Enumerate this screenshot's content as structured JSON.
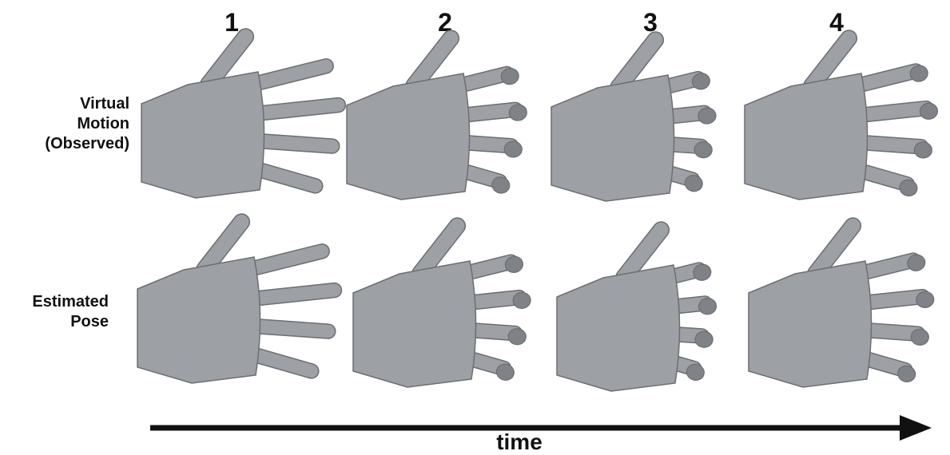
{
  "columns": [
    "1",
    "2",
    "3",
    "4"
  ],
  "rows": [
    {
      "label_lines": [
        "Virtual",
        "Motion",
        "(Observed)"
      ]
    },
    {
      "label_lines": [
        "Estimated",
        "Pose"
      ]
    }
  ],
  "axis": {
    "label": "time"
  },
  "colors": {
    "hand": "#9da0a5",
    "hand_edge": "#6c6e72",
    "finger_shadow": "#7f8287",
    "arrow": "#111111"
  },
  "poses": {
    "row1": [
      0,
      0.55,
      0.85,
      0.3
    ],
    "row2": [
      0,
      0.6,
      0.95,
      0.45
    ]
  }
}
